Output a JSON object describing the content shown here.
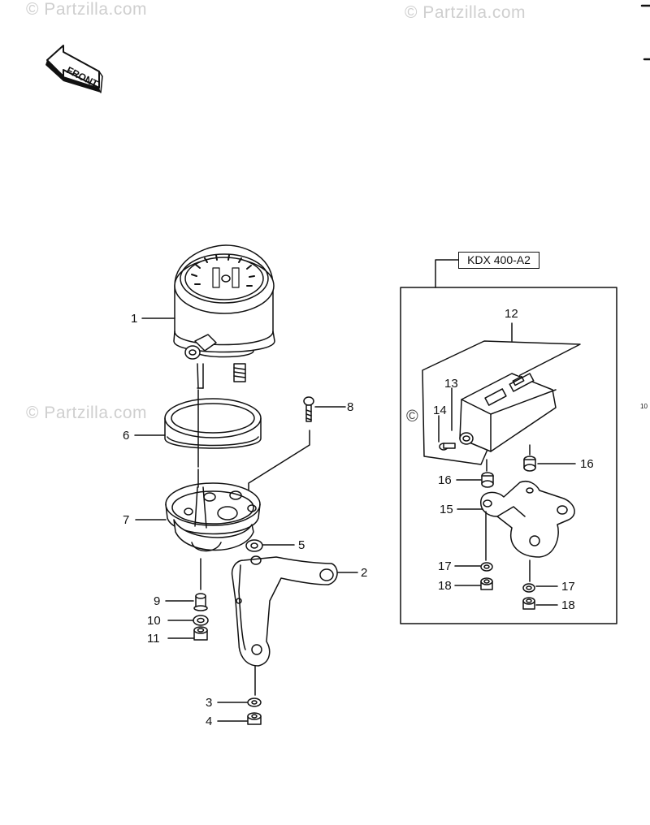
{
  "watermark": {
    "text": "© Partzilla.com"
  },
  "front_arrow": {
    "label": "FRONT"
  },
  "variant_box": {
    "label": "KDX 400-A2"
  },
  "callouts": {
    "c1": "1",
    "c2": "2",
    "c3": "3",
    "c4": "4",
    "c5": "5",
    "c6": "6",
    "c7": "7",
    "c8": "8",
    "c9": "9",
    "c10": "10",
    "c11": "11",
    "c12": "12",
    "c13": "13",
    "c14": "14",
    "c15": "15",
    "c16a": "16",
    "c16b": "16",
    "c17a": "17",
    "c17b": "17",
    "c18a": "18",
    "c18b": "18"
  },
  "edge_marks": {
    "right_fragment": "10"
  },
  "colors": {
    "ink": "#111111",
    "watermark": "#cfcfcf",
    "paper": "#ffffff"
  }
}
